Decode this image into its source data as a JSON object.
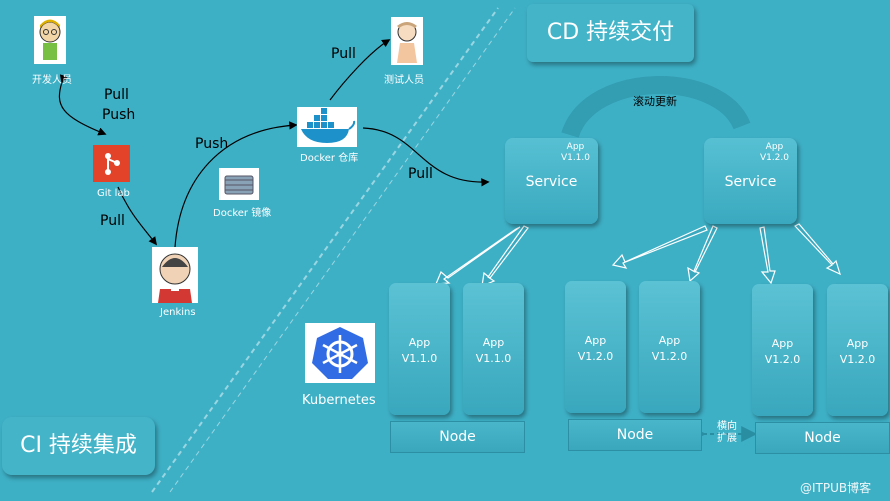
{
  "titles": {
    "cd": "CD 持续交付",
    "ci": "CI 持续集成"
  },
  "actors": {
    "developer": "开发人员",
    "tester": "测试人员"
  },
  "tools": {
    "gitlab": "Git lab",
    "jenkins": "Jenkins",
    "docker_image": "Docker 镜像",
    "docker_registry": "Docker 仓库",
    "kubernetes": "Kubernetes"
  },
  "flows": {
    "dev_pull": "Pull",
    "dev_push": "Push",
    "jenkins_pull": "Pull",
    "jenkins_push": "Push",
    "tester_pull": "Pull",
    "registry_pull": "Pull",
    "rolling_update": "滚动更新"
  },
  "services": [
    {
      "name": "Service",
      "app": "App",
      "version": "V1.1.0"
    },
    {
      "name": "Service",
      "app": "App",
      "version": "V1.2.0"
    }
  ],
  "pods": [
    {
      "app": "App",
      "version": "V1.1.0"
    },
    {
      "app": "App",
      "version": "V1.1.0"
    },
    {
      "app": "App",
      "version": "V1.2.0"
    },
    {
      "app": "App",
      "version": "V1.2.0"
    },
    {
      "app": "App",
      "version": "V1.2.0"
    },
    {
      "app": "App",
      "version": "V1.2.0"
    }
  ],
  "nodes": [
    "Node",
    "Node",
    "Node"
  ],
  "scale": {
    "line1": "横向",
    "line2": "扩展"
  },
  "watermark": "@ITPUB博客"
}
